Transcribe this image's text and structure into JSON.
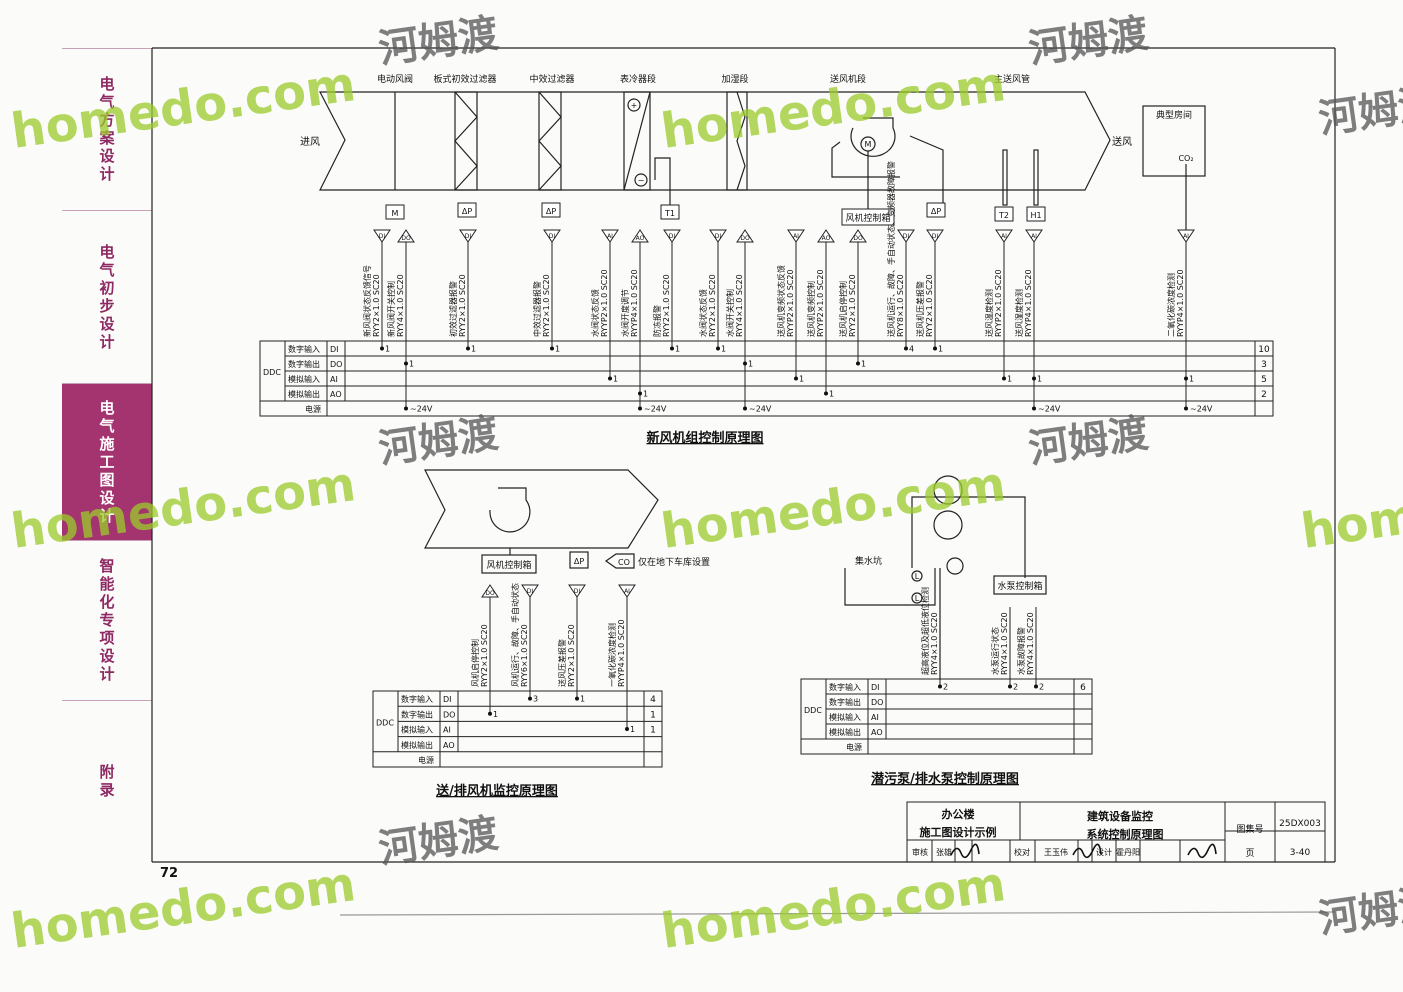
{
  "sidebar": {
    "tabs": [
      {
        "label": "电气方案设计"
      },
      {
        "label": "电气初步设计"
      },
      {
        "label": "电气施工图设计",
        "active": true
      },
      {
        "label": "智能化专项设计"
      },
      {
        "label": "附录"
      }
    ]
  },
  "page_number": "72",
  "watermark": {
    "brand": "homedo.com",
    "cn": "河姆渡"
  },
  "ddc": {
    "label": "DDC",
    "rows": [
      {
        "name": "数字输入",
        "code": "DI"
      },
      {
        "name": "数字输出",
        "code": "DO"
      },
      {
        "name": "模拟输入",
        "code": "AI"
      },
      {
        "name": "模拟输出",
        "code": "AO"
      },
      {
        "name": "电源",
        "code": ""
      }
    ]
  },
  "ahu": {
    "title": "新风机组控制原理图",
    "sections": [
      "电动风阀",
      "板式初效过滤器",
      "中效过滤器",
      "表冷器段",
      "加湿段",
      "送风机段",
      "主送风管"
    ],
    "inlet": "进风",
    "outlet": "送风",
    "room": "典型房间",
    "co2": "CO₂",
    "devices": {
      "motor": "M",
      "dp": "ΔP",
      "t1": "T1",
      "t2": "T2",
      "h1": "H1",
      "fan_box": "风机控制箱",
      "plus": "+",
      "minus": "−"
    },
    "power": "~24V",
    "columns": [
      {
        "label": "新风阀状态反馈信号",
        "cable": "RYY2×1.0 SC20",
        "io": "DI",
        "count": "1"
      },
      {
        "label": "新风阀开关控制",
        "cable": "RYY4×1.0 SC20",
        "io": "DO",
        "count": "1",
        "power": true
      },
      {
        "label": "初效过滤器报警",
        "cable": "RYY2×1.0 SC20",
        "io": "DI",
        "count": "1"
      },
      {
        "label": "中效过滤器报警",
        "cable": "RYY2×1.0 SC20",
        "io": "DI",
        "count": "1"
      },
      {
        "label": "水阀状态反馈",
        "cable": "RYYP2×1.0 SC20",
        "io": "AI",
        "count": "1"
      },
      {
        "label": "水阀开度调节",
        "cable": "RYYP4×1.0 SC20",
        "io": "AO",
        "count": "1",
        "power": true
      },
      {
        "label": "防冻报警",
        "cable": "RYY2×1.0 SC20",
        "io": "DI",
        "count": "1"
      },
      {
        "label": "水阀状态反馈",
        "cable": "RYY2×1.0 SC20",
        "io": "DI",
        "count": "1"
      },
      {
        "label": "水阀开关控制",
        "cable": "RYY4×1.0 SC20",
        "io": "DO",
        "count": "1",
        "power": true
      },
      {
        "label": "送风机变频状态反馈",
        "cable": "RYYP2×1.0 SC20",
        "io": "AI",
        "count": "1"
      },
      {
        "label": "送风机变频控制",
        "cable": "RYYP2×1.0 SC20",
        "io": "AO",
        "count": "1"
      },
      {
        "label": "送风机启停控制",
        "cable": "RYY2×1.0 SC20",
        "io": "DO",
        "count": "1"
      },
      {
        "label": "送风机运行、故障、手自动状态、变频器故障报警",
        "cable": "RYY8×1.0 SC20",
        "io": "DI",
        "count": "4"
      },
      {
        "label": "送风机压差报警",
        "cable": "RYY2×1.0 SC20",
        "io": "DI",
        "count": "1"
      },
      {
        "label": "送风温度检测",
        "cable": "RYYP2×1.0 SC20",
        "io": "AI",
        "count": "1"
      },
      {
        "label": "送风湿度检测",
        "cable": "RYYP4×1.0 SC20",
        "io": "AI",
        "count": "1",
        "power": true
      },
      {
        "label": "二氧化碳浓度检测",
        "cable": "RYYP4×1.0 SC20",
        "io": "AI",
        "count": "1",
        "power": true
      }
    ],
    "totals": [
      "10",
      "3",
      "5",
      "2",
      ""
    ]
  },
  "fan": {
    "title": "送/排风机监控原理图",
    "fan_box": "风机控制箱",
    "dp": "ΔP",
    "co": "CO",
    "co_note": "仅在地下车库设置",
    "columns": [
      {
        "label": "风机启停控制",
        "cable": "RYY2×1.0 SC20",
        "io": "DO",
        "count": "1"
      },
      {
        "label": "风机运行、故障、手自动状态",
        "cable": "RYY6×1.0 SC20",
        "io": "DI",
        "count": "3"
      },
      {
        "label": "送风压差报警",
        "cable": "RYY2×1.0 SC20",
        "io": "DI",
        "count": "1"
      },
      {
        "label": "一氧化碳浓度检测",
        "cable": "RYYP4×1.0 SC20",
        "io": "AI",
        "count": "1"
      }
    ],
    "totals": [
      "4",
      "1",
      "1",
      "",
      ""
    ]
  },
  "pump": {
    "title": "潜污泵/排水泵控制原理图",
    "pit": "集水坑",
    "pump_box": "水泵控制箱",
    "level": "L",
    "columns": [
      {
        "label": "超高液位及超低液位检测",
        "cable": "RYY4×1.0 SC20",
        "io": "DI",
        "count": "2"
      },
      {
        "label": "水泵运行状态",
        "cable": "RYY4×1.0 SC20",
        "io": "DI",
        "count": "2"
      },
      {
        "label": "水泵故障报警",
        "cable": "RYY4×1.0 SC20",
        "io": "DI",
        "count": "2"
      }
    ],
    "totals": [
      "6",
      "",
      "",
      "",
      ""
    ]
  },
  "title_block": {
    "project": "办公楼",
    "project_sub": "施工图设计示例",
    "drawing": "建筑设备监控",
    "drawing_sub": "系统控制原理图",
    "atlas_label": "图集号",
    "atlas_no": "25DX003",
    "page_label": "页",
    "page_no": "3-40",
    "review_label": "审核",
    "reviewer": "张雄",
    "check_label": "校对",
    "checker": "王玉伟",
    "design_label": "设计",
    "designer": "霍丹阳"
  }
}
